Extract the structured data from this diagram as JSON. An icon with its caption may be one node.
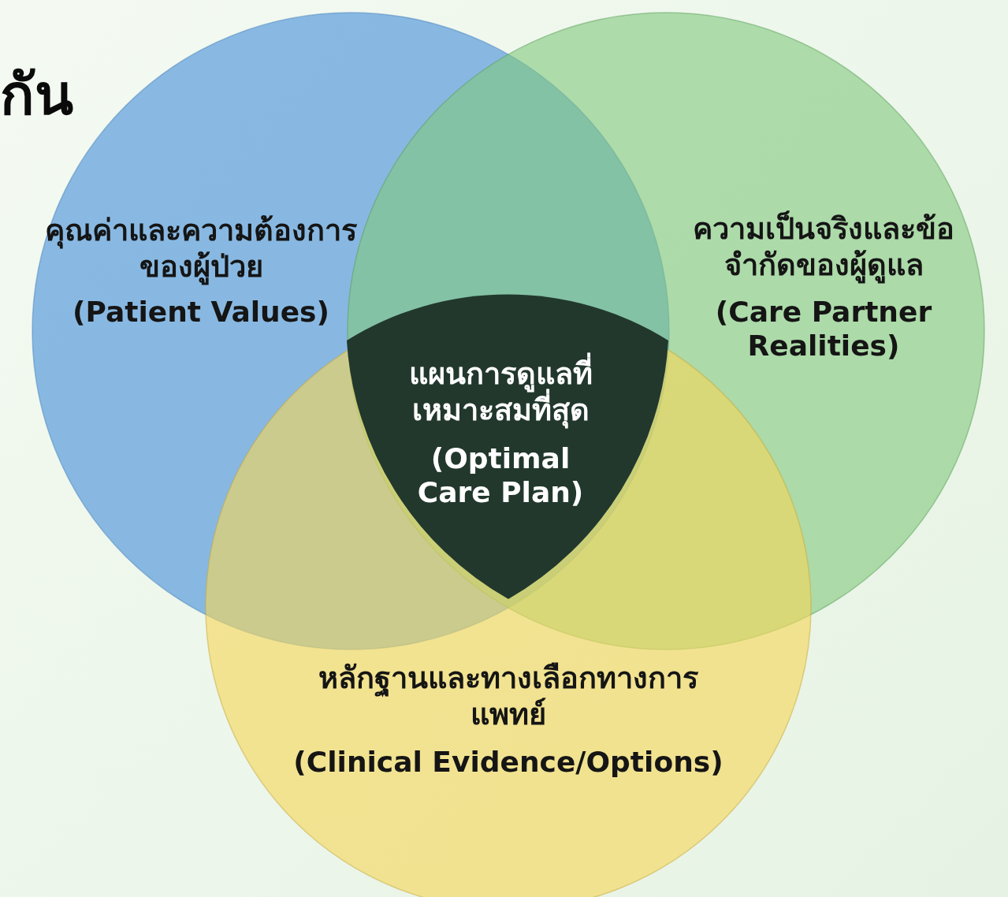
{
  "diagram": {
    "nodes": [
      {
        "text": [
          "คุณค่าและความต้องการของผู้ป่วย",
          "(Patient Values)"
        ]
      },
      {
        "text": [
          "ความเป็นจริงและข้อจำกัดของผู้ดูแล",
          "(Care Partner Realities)"
        ]
      },
      {
        "text": [
          "หลักฐานและทางเลือกทางการแพทย์",
          "(Clinical Evidence/Options)"
        ]
      },
      {
        "text": [
          "แผนการดูแลที่เหมาะสมที่สุด",
          "(Optimal Care Plan)"
        ]
      }
    ],
    "labels": [
      "กัน"
    ]
  }
}
